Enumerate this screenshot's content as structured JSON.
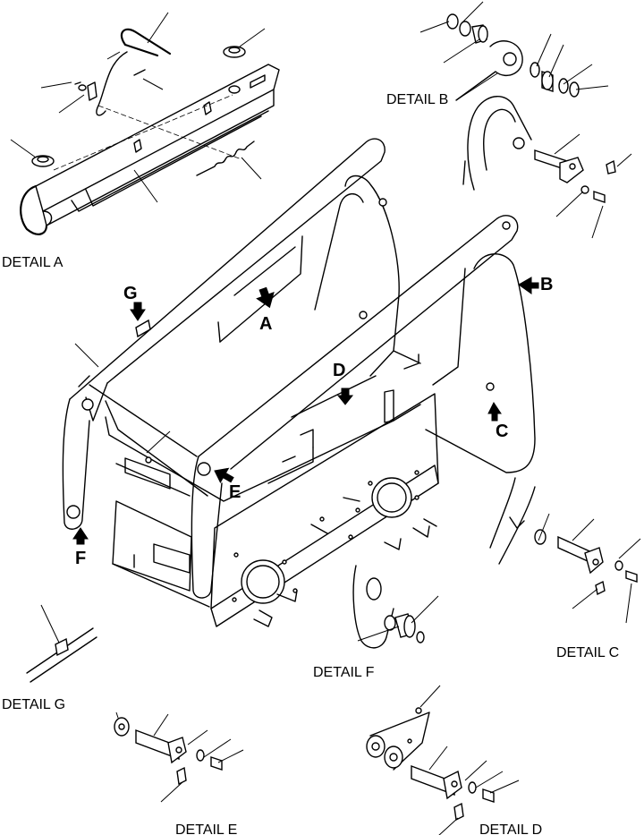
{
  "detail_labels": {
    "a": "DETAIL A",
    "b": "DETAIL B",
    "c": "DETAIL C",
    "d": "DETAIL D",
    "e": "DETAIL E",
    "f": "DETAIL F",
    "g": "DETAIL G"
  },
  "callouts": {
    "a": "A",
    "b": "B",
    "c": "C",
    "d": "D",
    "e": "E",
    "f": "F",
    "g": "G"
  }
}
